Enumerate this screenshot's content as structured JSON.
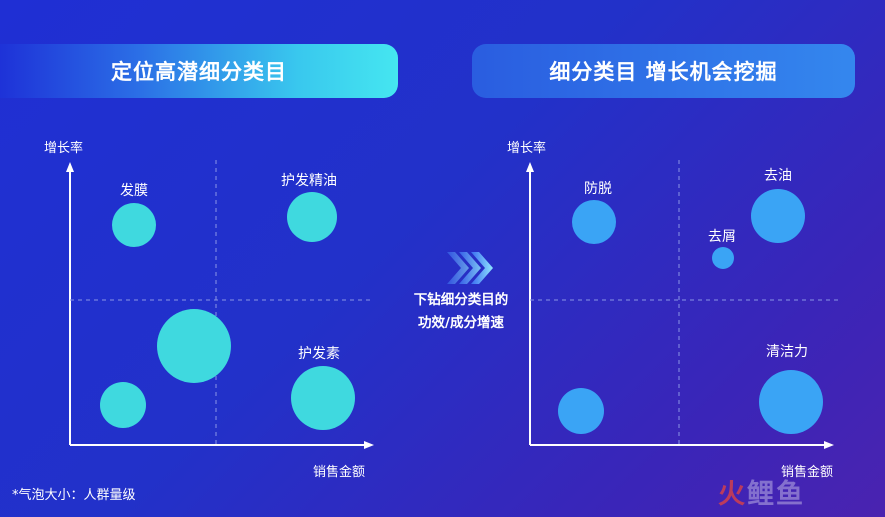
{
  "left_panel": {
    "title": "定位高潜细分类目",
    "y_axis_label": "增长率",
    "x_axis_label": "销售金额",
    "bubbles": [
      {
        "label": "发膜"
      },
      {
        "label": "护发精油"
      },
      {
        "label": ""
      },
      {
        "label": ""
      },
      {
        "label": "护发素"
      }
    ]
  },
  "right_panel": {
    "title": "细分类目 增长机会挖掘",
    "y_axis_label": "增长率",
    "x_axis_label": "销售金额",
    "bubbles": [
      {
        "label": "防脱"
      },
      {
        "label": "去油"
      },
      {
        "label": "去屑"
      },
      {
        "label": ""
      },
      {
        "label": "清洁力"
      }
    ]
  },
  "center": {
    "line1": "下钻细分类目的",
    "line2": "功效/成分增速"
  },
  "footnote": "*气泡大小：人群量级",
  "watermark": {
    "part1": "火",
    "part2": "鲤鱼"
  },
  "colors": {
    "left_bubble": "#3fd9df",
    "right_bubble": "#3aa4f5",
    "axis": "#ffffff",
    "divider": "#8a95e6"
  }
}
